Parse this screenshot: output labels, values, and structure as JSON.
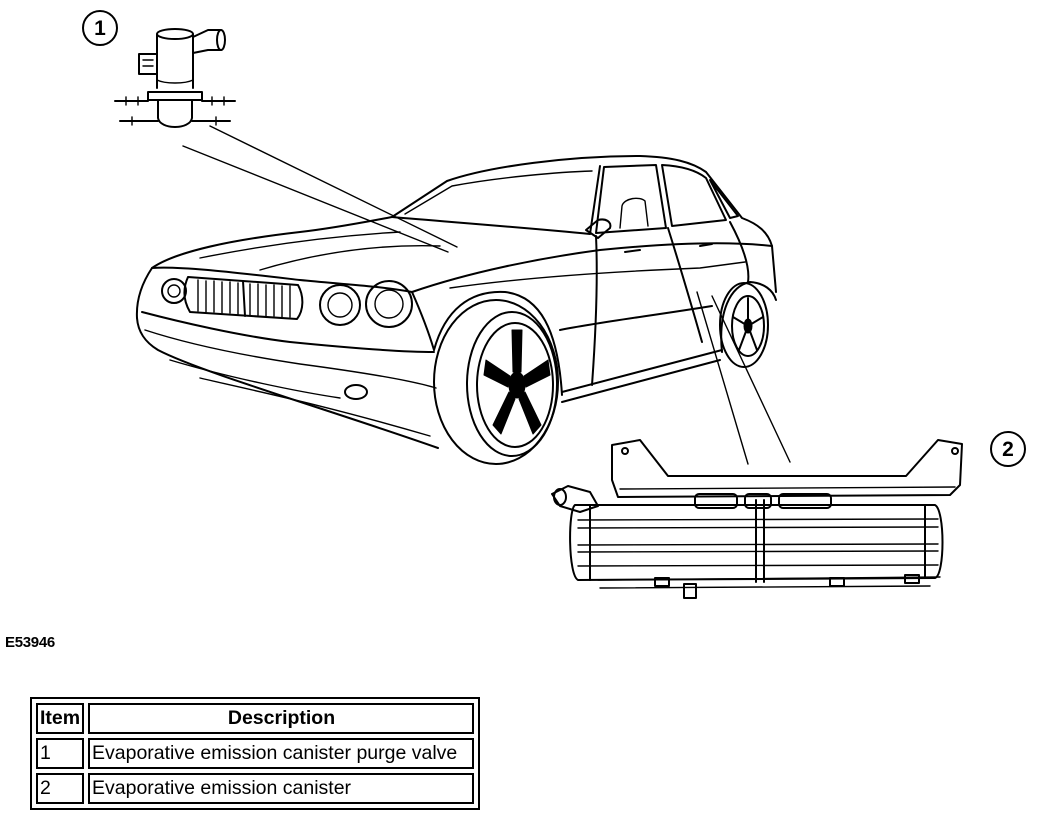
{
  "figure": {
    "callouts": [
      {
        "label": "1"
      },
      {
        "label": "2"
      }
    ],
    "figure_id": "E53946"
  },
  "legend_table": {
    "headers": {
      "item": "Item",
      "description": "Description"
    },
    "rows": [
      {
        "item": "1",
        "description": "Evaporative emission canister purge valve"
      },
      {
        "item": "2",
        "description": "Evaporative emission canister"
      }
    ]
  }
}
